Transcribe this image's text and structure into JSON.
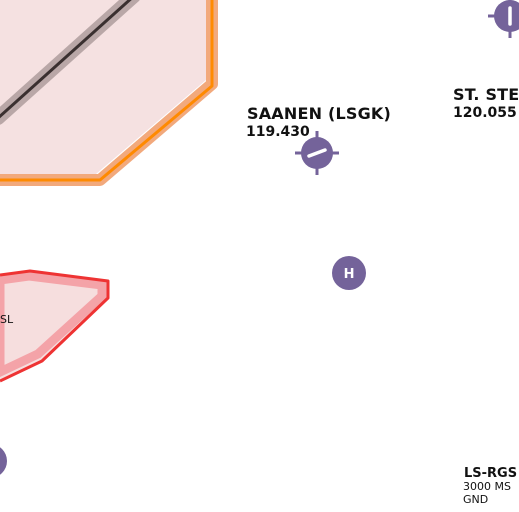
{
  "map": {
    "colors": {
      "airspace_orange_fill": "#f5e1e1",
      "airspace_orange_border": "#ff8a00",
      "airspace_orange_halo": "#f2a97c",
      "airspace_red_fill": "#f6dede",
      "airspace_red_border": "#ee3333",
      "airspace_red_halo": "#f4a3a8",
      "airfield_symbol": "#74639a",
      "route_line": "#3a3030",
      "route_halo": "#b9a7a7"
    },
    "labels": {
      "saanen_name": "SAANEN (LSGK)",
      "saanen_freq": "119.430",
      "st_ste_name": "ST. STE",
      "st_ste_freq": "120.055",
      "red_zone_text": "SL",
      "heliport_letter": "H",
      "zone_id": "LS-RGS",
      "zone_upper": "3000 MS",
      "zone_lower": "GND"
    }
  }
}
